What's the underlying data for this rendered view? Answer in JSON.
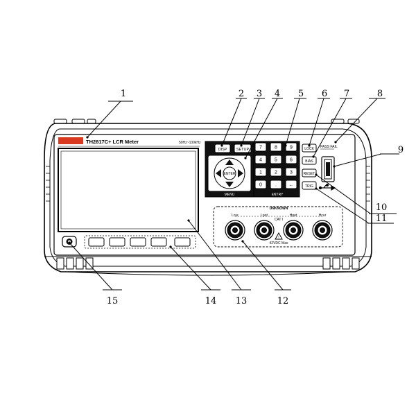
{
  "model": "TH2817C+ LCR Meter",
  "freq_range": "50Hz~100kHz",
  "keys": {
    "disp": "DISP",
    "setup": "SETUP",
    "lock": "LOCK",
    "pass_fail": "PASS FAIL",
    "bias": "BIAS",
    "reset": "RESET",
    "trig": "TRIG",
    "enter": "ENTER",
    "menu": "MENU",
    "entry": "ENTRY",
    "keypad": [
      "7",
      "8",
      "9",
      "4",
      "5",
      "6",
      "1",
      "2",
      "3",
      "0",
      ".",
      "←"
    ]
  },
  "terminals": {
    "title": "UNKNOWN",
    "cat": "CAT I",
    "rating": "42VDC Max",
    "labels": [
      "Lcur",
      "Lpot",
      "Hpot",
      "Hcur"
    ]
  },
  "callouts": [
    "1",
    "2",
    "3",
    "4",
    "5",
    "6",
    "7",
    "8",
    "9",
    "10",
    "11",
    "12",
    "13",
    "14",
    "15"
  ],
  "colors": {
    "logo": "#d93a1f",
    "line": "#000000",
    "key_fill": "#111111"
  }
}
